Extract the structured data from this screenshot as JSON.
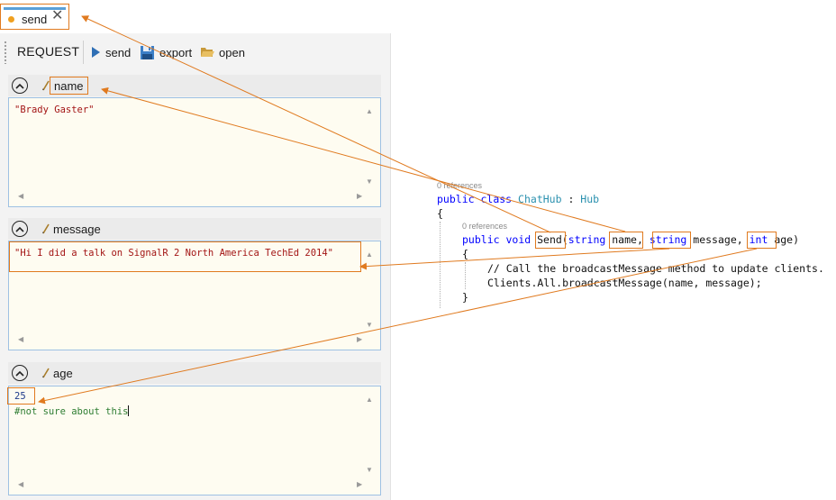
{
  "tab": {
    "label": "send",
    "close_glyph": "✕"
  },
  "toolbar": {
    "title": "REQUEST",
    "send_label": "send",
    "export_label": "export",
    "open_label": "open"
  },
  "sections": {
    "name": {
      "title": "name",
      "value": "\"Brady Gaster\""
    },
    "message": {
      "title": "message",
      "value": "\"Hi I did a talk on SignalR 2 North America TechEd 2014\""
    },
    "age": {
      "title": "age",
      "value": "25",
      "comment": "#not sure about this"
    }
  },
  "code": {
    "refs1": "0 references",
    "refs2": "0 references",
    "public": "public",
    "class": "class",
    "class_name": "ChatHub",
    "colon": " : ",
    "base": "Hub",
    "open_brace": "{",
    "void": "void",
    "method": "Send",
    "paren_open": "(",
    "string1": "string",
    "name_param": "name,",
    "string2": "string",
    "message_param": " message, ",
    "int": "int",
    "age_param": " age)",
    "inner_open": "{",
    "comment": "// Call the broadcastMessage method to update clients.",
    "call": "Clients.All.broadcastMessage(name, message);",
    "inner_close": "}"
  },
  "colors": {
    "accent": "#e07a1f",
    "keyword": "#0000ff",
    "type": "#2b91af",
    "string": "#a31515",
    "comment": "#2e7d32"
  },
  "icons": [
    "send-play-icon",
    "save-disk-icon",
    "folder-open-icon",
    "chevron-up-icon",
    "pencil-icon",
    "scroll-arrow-icon"
  ]
}
